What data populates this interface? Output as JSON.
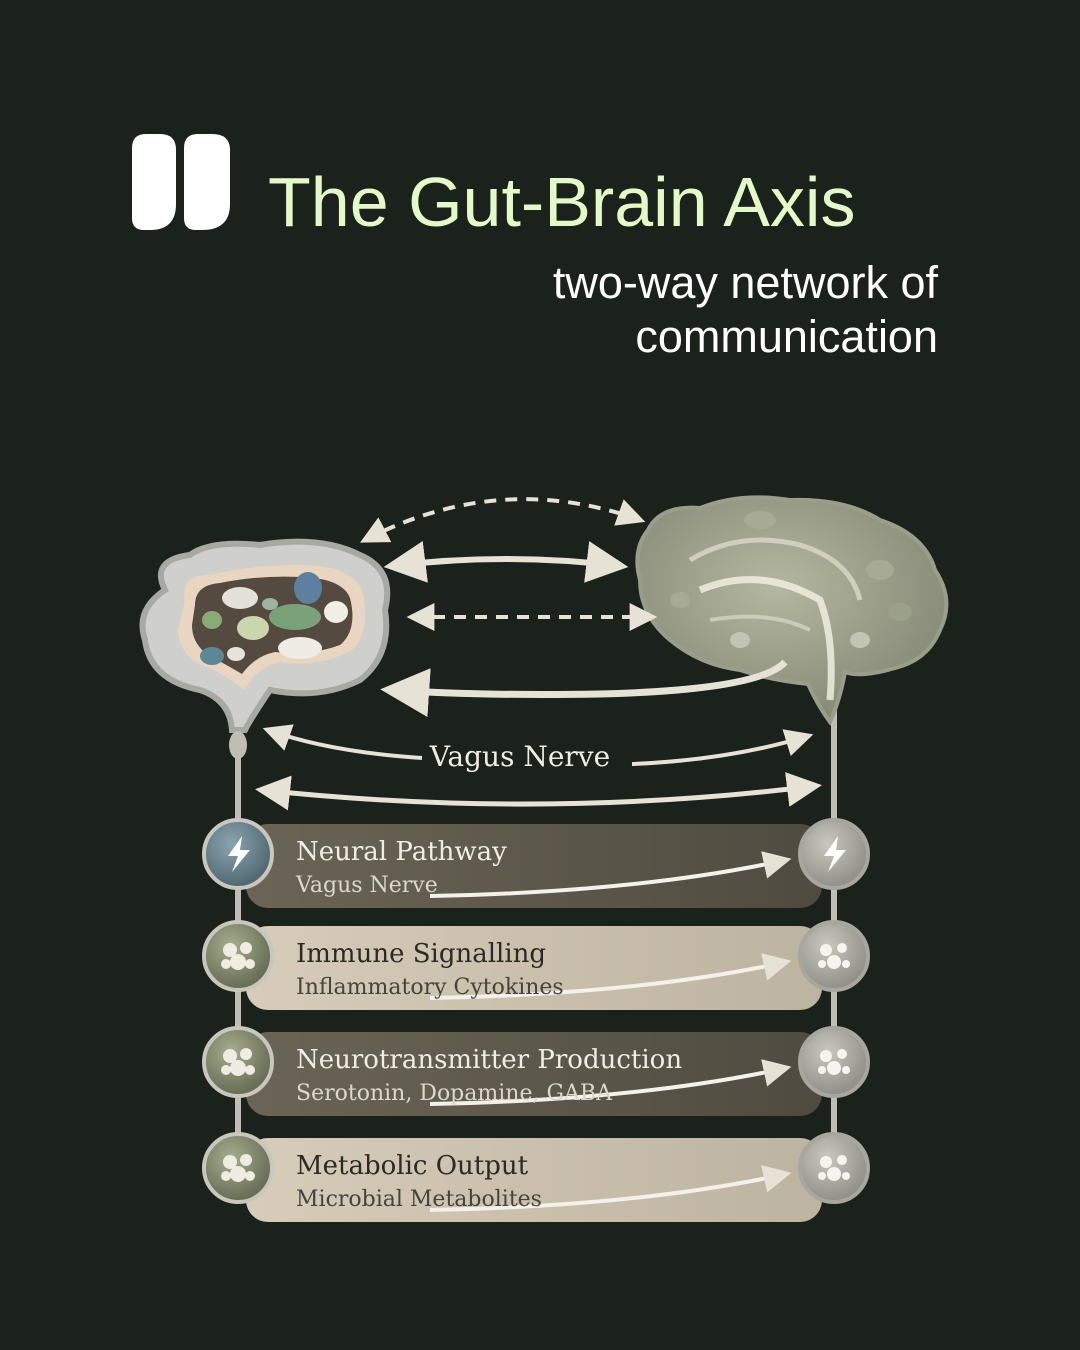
{
  "header": {
    "title": "The Gut-Brain Axis",
    "subtitle": "two-way network of communication"
  },
  "diagram": {
    "center_label": "Vagus Nerve",
    "pathways": [
      {
        "title": "Neural Pathway",
        "subtitle": "Vagus Nerve",
        "icon": "lightning-icon"
      },
      {
        "title": "Immune Signalling",
        "subtitle": "Inflammatory Cytokines",
        "icon": "cells-icon"
      },
      {
        "title": "Neurotransmitter Production",
        "subtitle": "Serotonin, Dopamine, GABA",
        "icon": "molecules-icon"
      },
      {
        "title": "Metabolic Output",
        "subtitle": "Microbial Metabolites",
        "icon": "metabolites-icon"
      }
    ]
  },
  "colors": {
    "background": "#1b211b",
    "title": "#e4f8c9",
    "subtitle": "#ffffff",
    "row_dark": "#5f5a4d",
    "row_light": "#c9beac"
  }
}
